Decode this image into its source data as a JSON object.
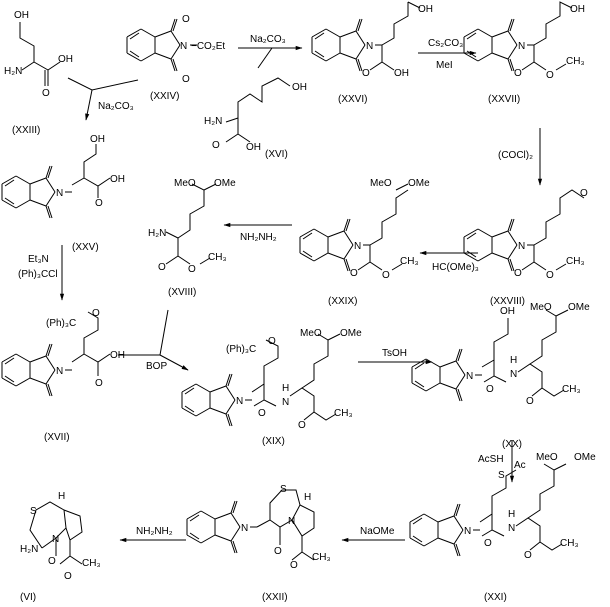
{
  "compounds": {
    "xxiii": {
      "label": "(XXIII)",
      "atoms": {
        "oh": "OH",
        "nh2": "H₂N",
        "cooh_oh": "OH",
        "o": "O"
      }
    },
    "xxiv": {
      "label": "(XXIV)",
      "atoms": {
        "n": "N",
        "sub": "−CO₂Et",
        "o1": "O",
        "o2": "O"
      }
    },
    "xvi": {
      "label": "(XVI)",
      "atoms": {
        "oh": "OH",
        "nh2": "H₂N",
        "o": "O",
        "cooh_oh": "OH"
      }
    },
    "xxvi": {
      "label": "(XXVI)",
      "atoms": {
        "oh": "OH",
        "n": "N",
        "o": "O",
        "cooh_oh": "OH"
      }
    },
    "xxvii": {
      "label": "(XXVII)",
      "atoms": {
        "oh": "OH",
        "n": "N",
        "o": "O",
        "ome": "O",
        "ch3": "CH₃"
      }
    },
    "xxv": {
      "label": "(XXV)",
      "atoms": {
        "oh": "OH",
        "n": "N",
        "o": "O",
        "cooh_oh": "OH"
      }
    },
    "xxviii": {
      "label": "(XXVIII)",
      "atoms": {
        "ald": "O",
        "n": "N",
        "o": "O",
        "ome": "O",
        "ch3": "CH₃"
      }
    },
    "xxix": {
      "label": "(XXIX)",
      "atoms": {
        "meo": "MeO",
        "ome2": "OMe",
        "n": "N",
        "o": "O",
        "ome": "O",
        "ch3": "CH₃"
      }
    },
    "xviii": {
      "label": "(XVIII)",
      "atoms": {
        "meo": "MeO",
        "ome2": "OMe",
        "nh2": "H₂N",
        "o": "O",
        "ome": "O",
        "ch3": "CH₃"
      }
    },
    "xvii": {
      "label": "(XVII)",
      "atoms": {
        "trityl": "(Ph)₃C",
        "o_ether": "O",
        "n": "N",
        "o": "O",
        "cooh_oh": "OH"
      }
    },
    "xix": {
      "label": "(XIX)",
      "atoms": {
        "trityl": "(Ph)₃C",
        "o_ether": "O",
        "meo": "MeO",
        "ome2": "OMe",
        "n": "N",
        "nh": "H",
        "n2": "N",
        "o": "O",
        "ome": "O",
        "ch3": "CH₃"
      }
    },
    "xx": {
      "label": "(XX)",
      "atoms": {
        "oh": "OH",
        "meo": "MeO",
        "ome2": "OMe",
        "n": "N",
        "nh": "H",
        "n2": "N",
        "o": "O",
        "ome": "O",
        "ch3": "CH₃"
      }
    },
    "xxi": {
      "label": "(XXI)",
      "atoms": {
        "s": "S",
        "ac": "Ac",
        "meo": "MeO",
        "ome2": "OMe",
        "n": "N",
        "nh": "H",
        "n2": "N",
        "o": "O",
        "ome": "O",
        "ch3": "CH₃"
      }
    },
    "xxii": {
      "label": "(XXII)",
      "atoms": {
        "s": "S",
        "h": "H",
        "n": "N",
        "n2": "N",
        "o": "O",
        "ome": "O",
        "ch3": "CH₃"
      }
    },
    "vi": {
      "label": "(VI)",
      "atoms": {
        "s": "S",
        "h": "H",
        "nh2": "H₂N",
        "n": "N",
        "o": "O",
        "ome": "O",
        "ch3": "CH₃"
      }
    }
  },
  "reagents": {
    "r1": "Na₂CO₃",
    "r2": "Na₂CO₃",
    "r3a": "Cs₂CO₃",
    "r3b": "MeI",
    "r4": "(COCl)₂",
    "r5": "HC(OMe)₃",
    "r6": "NH₂NH₂",
    "r7a": "Et₃N",
    "r7b": "(Ph)₃CCl",
    "r8": "BOP",
    "r9": "TsOH",
    "r10": "AcSH",
    "r11": "NaOMe",
    "r12": "NH₂NH₂"
  }
}
